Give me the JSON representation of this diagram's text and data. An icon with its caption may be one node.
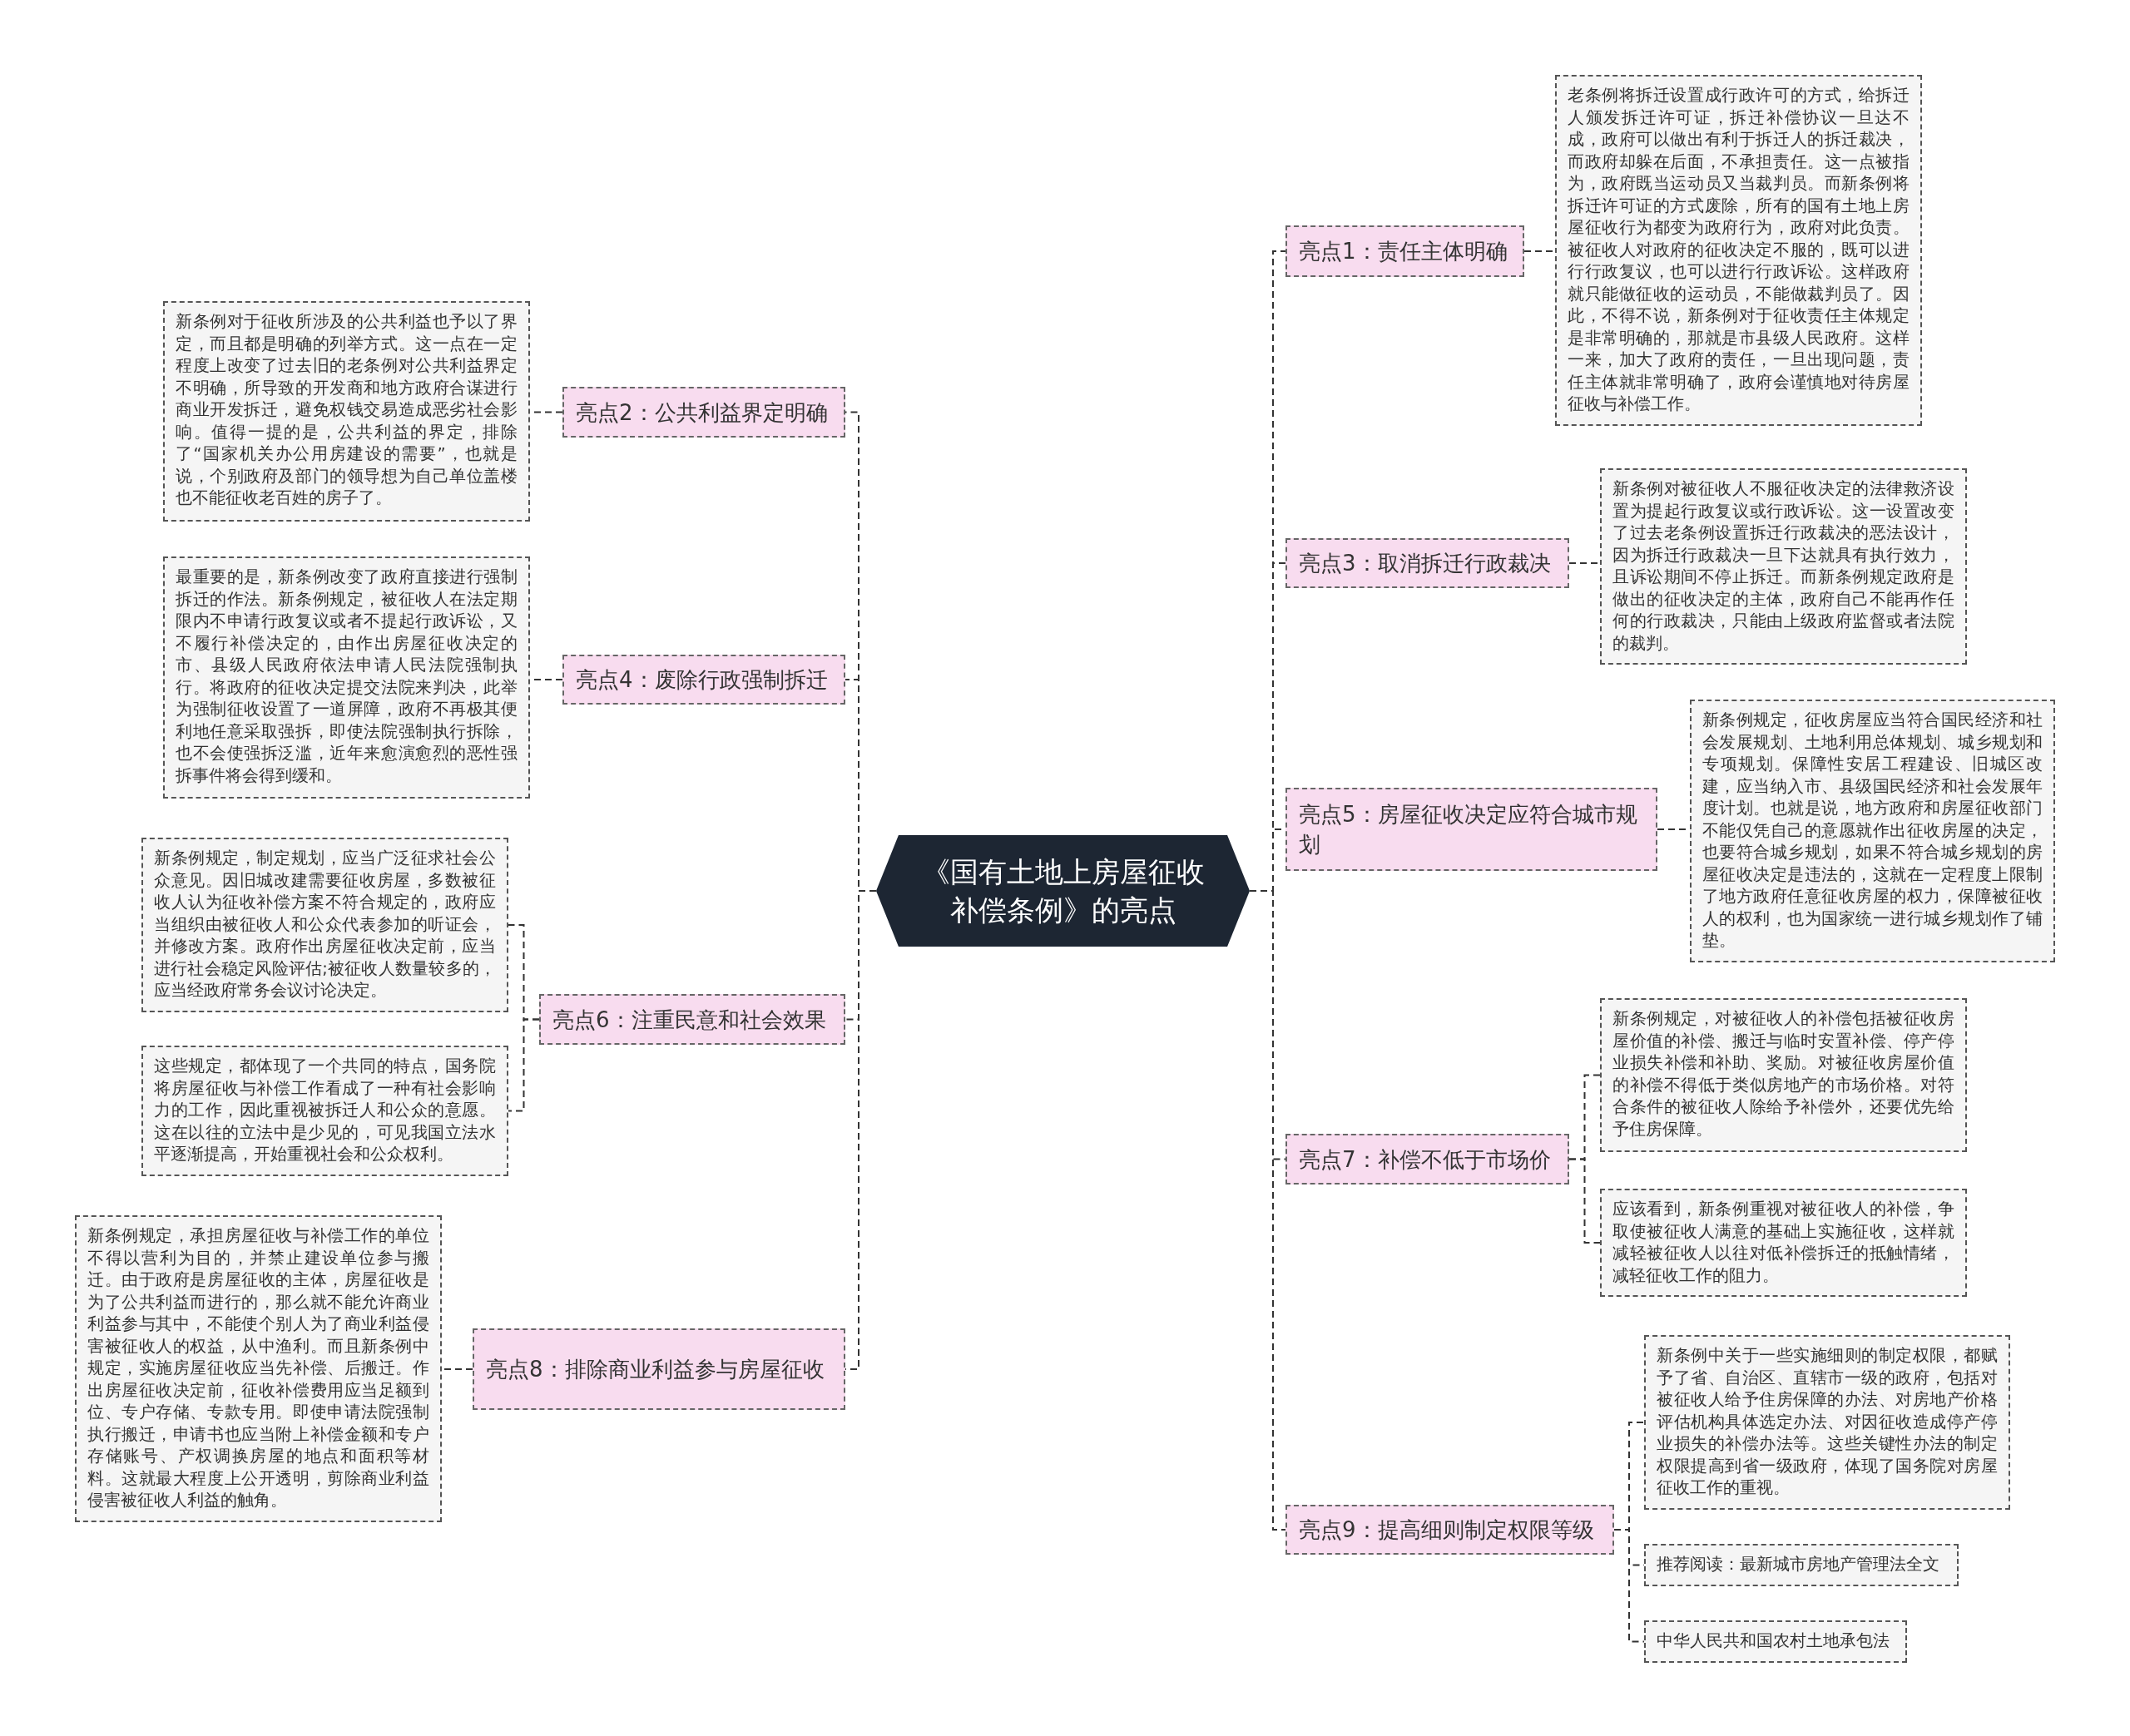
{
  "diagram": {
    "nodes": [
      {
        "text": [
          "《国有土地上房屋征收补偿条例》的亮点"
        ]
      },
      {
        "text": [
          "亮点1：责任主体明确"
        ]
      },
      {
        "text": [
          "老条例将拆迁设置成行政许可的方式，给拆迁人颁发拆迁许可证，拆迁补偿协议一旦达不成，政府可以做出有利于拆迁人的拆迁裁决，而政府却躲在后面，不承担责任。这一点被指为，政府既当运动员又当裁判员。而新条例将拆迁许可证的方式废除，所有的国有土地上房屋征收行为都变为政府行为，政府对此负责。被征收人对政府的征收决定不服的，既可以进行行政复议，也可以进行行政诉讼。这样政府就只能做征收的运动员，不能做裁判员了。因此，不得不说，新条例对于征收责任主体规定是非常明确的，那就是市县级人民政府。这样一来，加大了政府的责任，一旦出现问题，责任主体就非常明确了，政府会谨慎地对待房屋征收与补偿工作。"
        ]
      },
      {
        "text": [
          "亮点2：公共利益界定明确"
        ]
      },
      {
        "text": [
          "新条例对于征收所涉及的公共利益也予以了界定，而且都是明确的列举方式。这一点在一定程度上改变了过去旧的老条例对公共利益界定不明确，所导致的开发商和地方政府合谋进行商业开发拆迁，避免权钱交易造成恶劣社会影响。值得一提的是，公共利益的界定，排除了“国家机关办公用房建设的需要”，也就是说，个别政府及部门的领导想为自己单位盖楼也不能征收老百姓的房子了。"
        ]
      },
      {
        "text": [
          "亮点3：取消拆迁行政裁决"
        ]
      },
      {
        "text": [
          "新条例对被征收人不服征收决定的法律救济设置为提起行政复议或行政诉讼。这一设置改变了过去老条例设置拆迁行政裁决的恶法设计，因为拆迁行政裁决一旦下达就具有执行效力，且诉讼期间不停止拆迁。而新条例规定政府是做出的征收决定的主体，政府自己不能再作任何的行政裁决，只能由上级政府监督或者法院的裁判。"
        ]
      },
      {
        "text": [
          "亮点4：废除行政强制拆迁"
        ]
      },
      {
        "text": [
          "最重要的是，新条例改变了政府直接进行强制拆迁的作法。新条例规定，被征收人在法定期限内不申请行政复议或者不提起行政诉讼，又不履行补偿决定的，由作出房屋征收决定的市、县级人民政府依法申请人民法院强制执行。将政府的征收决定提交法院来判决，此举为强制征收设置了一道屏障，政府不再极其便利地任意采取强拆，即使法院强制执行拆除，也不会使强拆泛滥，近年来愈演愈烈的恶性强拆事件将会得到缓和。"
        ]
      },
      {
        "text": [
          "亮点5：房屋征收决定应符合城市规划"
        ]
      },
      {
        "text": [
          "新条例规定，征收房屋应当符合国民经济和社会发展规划、土地利用总体规划、城乡规划和专项规划。保障性安居工程建设、旧城区改建，应当纳入市、县级国民经济和社会发展年度计划。也就是说，地方政府和房屋征收部门不能仅凭自己的意愿就作出征收房屋的决定，也要符合城乡规划，如果不符合城乡规划的房屋征收决定是违法的，这就在一定程度上限制了地方政府任意征收房屋的权力，保障被征收人的权利，也为国家统一进行城乡规划作了铺垫。"
        ]
      },
      {
        "text": [
          "亮点6：注重民意和社会效果"
        ]
      },
      {
        "text": [
          "新条例规定，制定规划，应当广泛征求社会公众意见。因旧城改建需要征收房屋，多数被征收人认为征收补偿方案不符合规定的，政府应当组织由被征收人和公众代表参加的听证会，并修改方案。政府作出房屋征收决定前，应当进行社会稳定风险评估;被征收人数量较多的，应当经政府常务会议讨论决定。"
        ]
      },
      {
        "text": [
          "这些规定，都体现了一个共同的特点，国务院将房屋征收与补偿工作看成了一种有社会影响力的工作，因此重视被拆迁人和公众的意愿。这在以往的立法中是少见的，可见我国立法水平逐渐提高，开始重视社会和公众权利。"
        ]
      },
      {
        "text": [
          "亮点7：补偿不低于市场价"
        ]
      },
      {
        "text": [
          "新条例规定，对被征收人的补偿包括被征收房屋价值的补偿、搬迁与临时安置补偿、停产停业损失补偿和补助、奖励。对被征收房屋价值的补偿不得低于类似房地产的市场价格。对符合条件的被征收人除给予补偿外，还要优先给予住房保障。"
        ]
      },
      {
        "text": [
          "应该看到，新条例重视对被征收人的补偿，争取使被征收人满意的基础上实施征收，这样就减轻被征收人以往对低补偿拆迁的抵触情绪，减轻征收工作的阻力。"
        ]
      },
      {
        "text": [
          "亮点8：排除商业利益参与房屋征收"
        ]
      },
      {
        "text": [
          "新条例规定，承担房屋征收与补偿工作的单位不得以营利为目的，并禁止建设单位参与搬迁。由于政府是房屋征收的主体，房屋征收是为了公共利益而进行的，那么就不能允许商业利益参与其中，不能使个别人为了商业利益侵害被征收人的权益，从中渔利。而且新条例中规定，实施房屋征收应当先补偿、后搬迁。作出房屋征收决定前，征收补偿费用应当足额到位、专户存储、专款专用。即使申请法院强制执行搬迁，申请书也应当附上补偿金额和专户存储账号、产权调换房屋的地点和面积等材料。这就最大程度上公开透明，剪除商业利益侵害被征收人利益的触角。"
        ]
      },
      {
        "text": [
          "亮点9：提高细则制定权限等级"
        ]
      },
      {
        "text": [
          "新条例中关于一些实施细则的制定权限，都赋予了省、自治区、直辖市一级的政府，包括对被征收人给予住房保障的办法、对房地产价格评估机构具体选定办法、对因征收造成停产停业损失的补偿办法等。这些关键性办法的制定权限提高到省一级政府，体现了国务院对房屋征收工作的重视。"
        ]
      },
      {
        "text": [
          "推荐阅读：最新城市房地产管理法全文"
        ]
      },
      {
        "text": [
          "中华人民共和国农村土地承包法"
        ]
      }
    ],
    "edges": [
      {
        "from": 0,
        "to": 1,
        "arrow": "none"
      },
      {
        "from": 1,
        "to": 2,
        "arrow": "none"
      },
      {
        "from": 0,
        "to": 3,
        "arrow": "none"
      },
      {
        "from": 3,
        "to": 4,
        "arrow": "none"
      },
      {
        "from": 0,
        "to": 5,
        "arrow": "none"
      },
      {
        "from": 5,
        "to": 6,
        "arrow": "none"
      },
      {
        "from": 0,
        "to": 7,
        "arrow": "none"
      },
      {
        "from": 7,
        "to": 8,
        "arrow": "none"
      },
      {
        "from": 0,
        "to": 9,
        "arrow": "none"
      },
      {
        "from": 9,
        "to": 10,
        "arrow": "none"
      },
      {
        "from": 0,
        "to": 11,
        "arrow": "none"
      },
      {
        "from": 11,
        "to": 12,
        "arrow": "none"
      },
      {
        "from": 11,
        "to": 13,
        "arrow": "none"
      },
      {
        "from": 0,
        "to": 14,
        "arrow": "none"
      },
      {
        "from": 14,
        "to": 15,
        "arrow": "none"
      },
      {
        "from": 14,
        "to": 16,
        "arrow": "none"
      },
      {
        "from": 0,
        "to": 17,
        "arrow": "none"
      },
      {
        "from": 17,
        "to": 18,
        "arrow": "none"
      },
      {
        "from": 0,
        "to": 19,
        "arrow": "none"
      },
      {
        "from": 19,
        "to": 20,
        "arrow": "none"
      },
      {
        "from": 19,
        "to": 21,
        "arrow": "none"
      },
      {
        "from": 19,
        "to": 22,
        "arrow": "none"
      }
    ]
  }
}
